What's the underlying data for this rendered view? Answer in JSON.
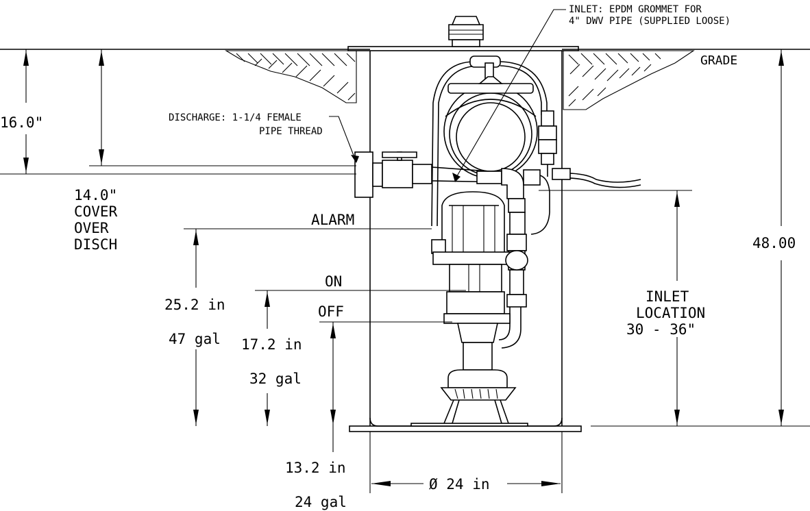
{
  "labels": {
    "inlet_line1": "INLET: EPDM GROMMET FOR",
    "inlet_line2": "4\" DWV PIPE (SUPPLIED LOOSE)",
    "grade": "GRADE",
    "discharge_line1": "DISCHARGE: 1-1/4 FEMALE",
    "discharge_line2": "PIPE THREAD",
    "dim_16": "16.0\"",
    "cover_line1": "14.0\"",
    "cover_line2": "COVER",
    "cover_line3": "OVER",
    "cover_line4": "DISCH",
    "alarm": "ALARM",
    "on": "ON",
    "off": "OFF",
    "alarm_height": "25.2  in",
    "alarm_volume": "47  gal",
    "on_height": "17.2  in",
    "on_volume": "32  gal",
    "off_height": "13.2  in",
    "off_volume": "24  gal",
    "total_height": "48.00",
    "inlet_loc_line1": "INLET",
    "inlet_loc_line2": "LOCATION",
    "inlet_loc_line3": "30  -  36\"",
    "diameter": "Ø  24  in"
  },
  "colors": {
    "line": "#000000",
    "background": "#ffffff"
  }
}
